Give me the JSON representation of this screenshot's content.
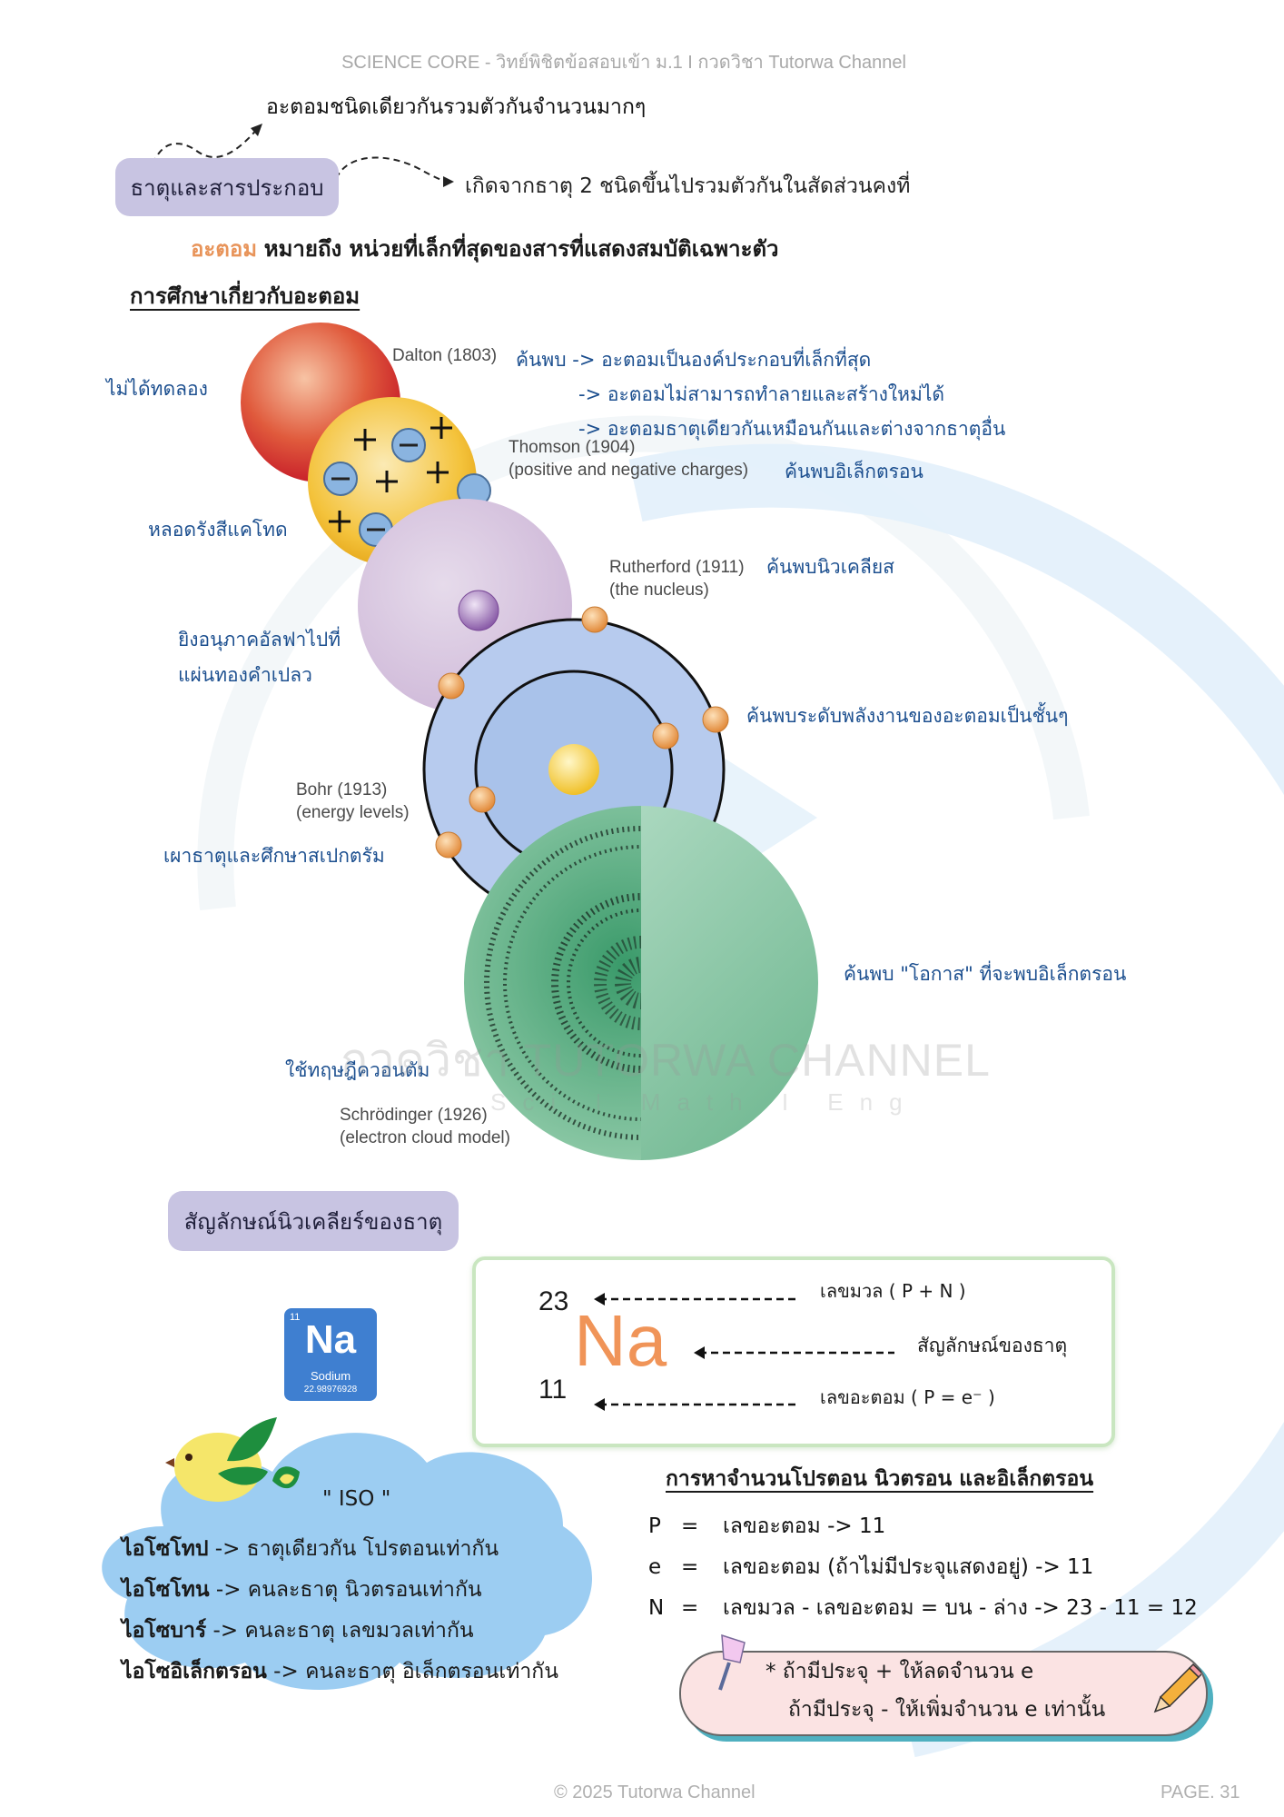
{
  "header": {
    "title": "SCIENCE CORE  - วิทย์พิชิตข้อสอบเข้า ม.1 I กวดวิชา Tutorwa Channel"
  },
  "intro": {
    "element_compound_label": "ธาตุและสารประกอบ",
    "element_definition": "อะตอมชนิดเดียวกันรวมตัวกันจำนวนมากๆ",
    "compound_definition": "เกิดจากธาตุ 2 ชนิดขึ้นไปรวมตัวกันในสัดส่วนคงที่",
    "atom_term": "อะตอม",
    "atom_definition": "หมายถึง หน่วยที่เล็กที่สุดของสารที่แสดงสมบัติเฉพาะตัว",
    "section_title": "การศึกษาเกี่ยวกับอะตอม"
  },
  "models": {
    "dalton": {
      "name": "Dalton (1803)",
      "method": "ไม่ได้ทดลอง",
      "findings": [
        "ค้นพบ -> อะตอมเป็นองค์ประกอบที่เล็กที่สุด",
        "-> อะตอมไม่สามารถทำลายและสร้างใหม่ได้",
        "-> อะตอมธาตุเดียวกันเหมือนกันและต่างจากธาตุอื่น"
      ]
    },
    "thomson": {
      "name": "Thomson (1904)",
      "subtitle": "(positive and negative charges)",
      "method": "หลอดรังสีแคโทด",
      "finding": "ค้นพบอิเล็กตรอน"
    },
    "rutherford": {
      "name": "Rutherford (1911)",
      "subtitle": "(the nucleus)",
      "method_line1": "ยิงอนุภาคอัลฟาไปที่",
      "method_line2": "แผ่นทองคำเปลว",
      "finding": "ค้นพบนิวเคลียส"
    },
    "bohr": {
      "name": "Bohr (1913)",
      "subtitle": "(energy levels)",
      "method": "เผาธาตุและศึกษาสเปกตรัม",
      "finding": "ค้นพบระดับพลังงานของอะตอมเป็นชั้นๆ"
    },
    "schrodinger": {
      "name": "Schrödinger (1926)",
      "subtitle": "(electron cloud model)",
      "method": "ใช้ทฤษฎีควอนตัม",
      "finding": "ค้นพบ \"โอกาส\" ที่จะพบอิเล็กตรอน"
    }
  },
  "watermark": {
    "line1": "กวดวิชา TUTORWA CHANNEL",
    "line2": "Sci I Math I Eng"
  },
  "nuclear_symbol": {
    "section_title": "สัญลักษณ์นิวเคลียร์ของธาตุ",
    "tile": {
      "atomic_number": "11",
      "symbol": "Na",
      "name": "Sodium",
      "mass": "22.98976928"
    },
    "mass_number": "23",
    "symbol": "Na",
    "atomic_number": "11",
    "mass_label": "เลขมวล ( P + N )",
    "symbol_label": "สัญลักษณ์ของธาตุ",
    "atomic_label": "เลขอะตอม ( P = e⁻ )"
  },
  "iso": {
    "title": "\" ISO \"",
    "items": [
      {
        "term": "ไอโซโทป",
        "desc": " -> ธาตุเดียวกัน โปรตอนเท่ากัน"
      },
      {
        "term": "ไอโซโทน",
        "desc": " -> คนละธาตุ นิวตรอนเท่ากัน"
      },
      {
        "term": "ไอโซบาร์",
        "desc": " -> คนละธาตุ เลขมวลเท่ากัน"
      },
      {
        "term": "ไอโซอิเล็กตรอน",
        "desc": " -> คนละธาตุ อิเล็กตรอนเท่ากัน"
      }
    ]
  },
  "calc": {
    "title": "การหาจำนวนโปรตอน นิวตรอน และอิเล็กตรอน",
    "rows": [
      {
        "sym": "P",
        "eq": "=",
        "expr": "เลขอะตอม -> 11"
      },
      {
        "sym": "e",
        "eq": "=",
        "expr": "เลขอะตอม (ถ้าไม่มีประจุแสดงอยู่) -> 11"
      },
      {
        "sym": "N",
        "eq": "=",
        "expr": "เลขมวล - เลขอะตอม = บน - ล่าง -> 23 - 11 = 12"
      }
    ]
  },
  "note": {
    "line1": "* ถ้ามีประจุ + ให้ลดจำนวน e",
    "line2": "ถ้ามีประจุ - ให้เพิ่มจำนวน e เท่านั้น"
  },
  "footer": {
    "copyright": "© 2025 Tutorwa Channel",
    "page": "PAGE. 31"
  },
  "colors": {
    "pill": "#c8c4e2",
    "accent_orange": "#e8945a",
    "annotation_blue": "#1c4f8f",
    "box_green": "#c9e6c0",
    "tile_blue": "#3f7fd0"
  }
}
